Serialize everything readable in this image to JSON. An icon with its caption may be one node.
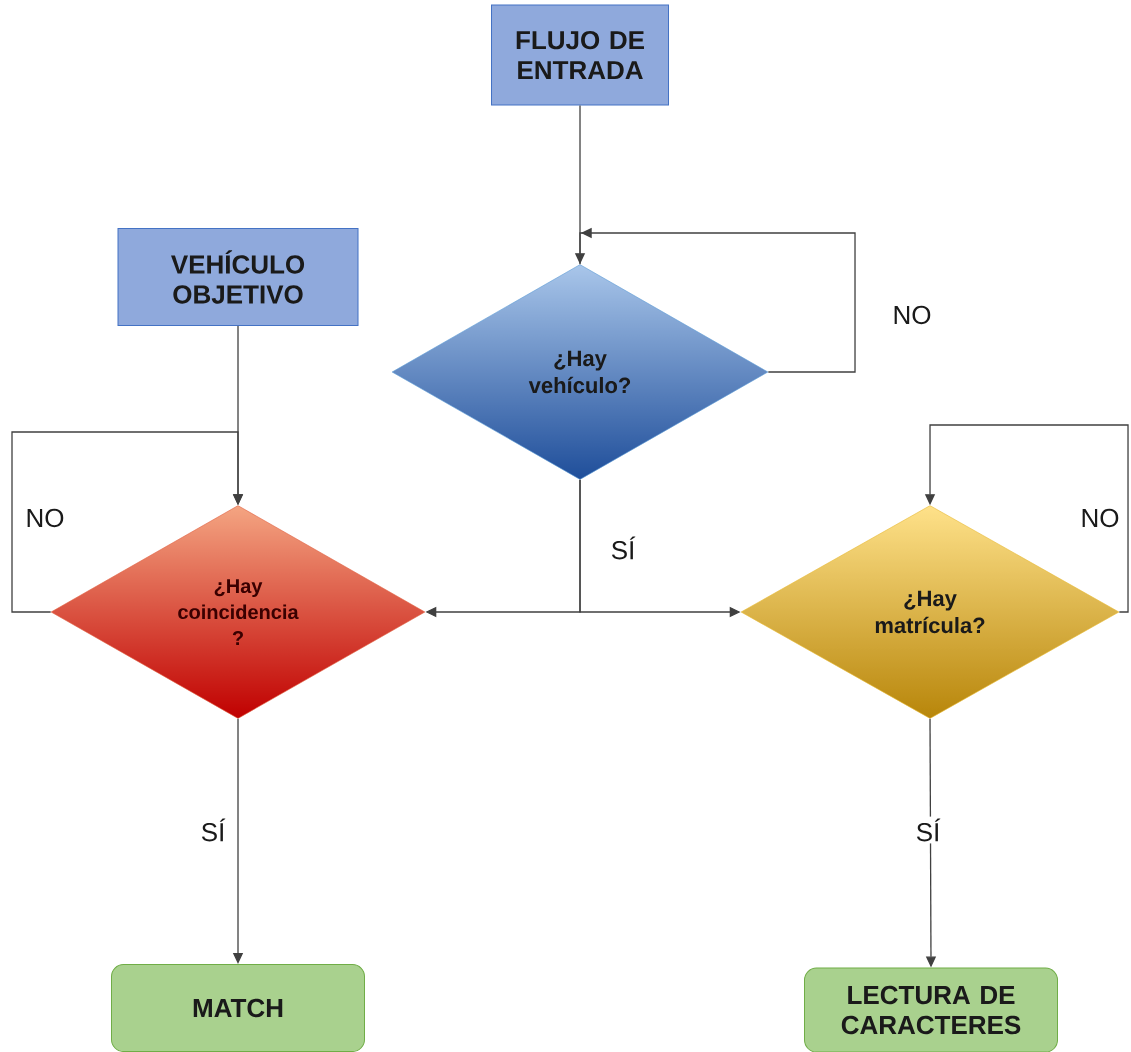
{
  "diagram": {
    "nodes": [
      {
        "text": [
          "FLUJO DE ENTRADA"
        ]
      },
      {
        "text": [
          "VEHÍCULO OBJETIVO"
        ]
      },
      {
        "text": [
          "¿Hay vehículo?"
        ]
      },
      {
        "text": [
          "¿Hay coincidencia ?"
        ]
      },
      {
        "text": [
          "¿Hay matrícula?"
        ]
      },
      {
        "text": [
          "MATCH"
        ]
      },
      {
        "text": [
          "LECTURA DE CARACTERES"
        ]
      }
    ],
    "edges": [
      {
        "from": 0,
        "to": 2,
        "arrow": "to"
      },
      {
        "from": 2,
        "to": 2,
        "arrow": "to",
        "label": "NO"
      },
      {
        "from": 1,
        "to": 3,
        "arrow": "to"
      },
      {
        "from": 3,
        "to": 3,
        "arrow": "to",
        "label": "NO"
      },
      {
        "from": 2,
        "to": 3,
        "arrow": "to",
        "label": "SÍ"
      },
      {
        "from": 2,
        "to": 4,
        "arrow": "to"
      },
      {
        "from": 4,
        "to": 4,
        "arrow": "to",
        "label": "NO"
      },
      {
        "from": 3,
        "to": 5,
        "arrow": "to",
        "label": "SÍ"
      },
      {
        "from": 4,
        "to": 6,
        "arrow": "to",
        "label": "SÍ"
      }
    ]
  }
}
